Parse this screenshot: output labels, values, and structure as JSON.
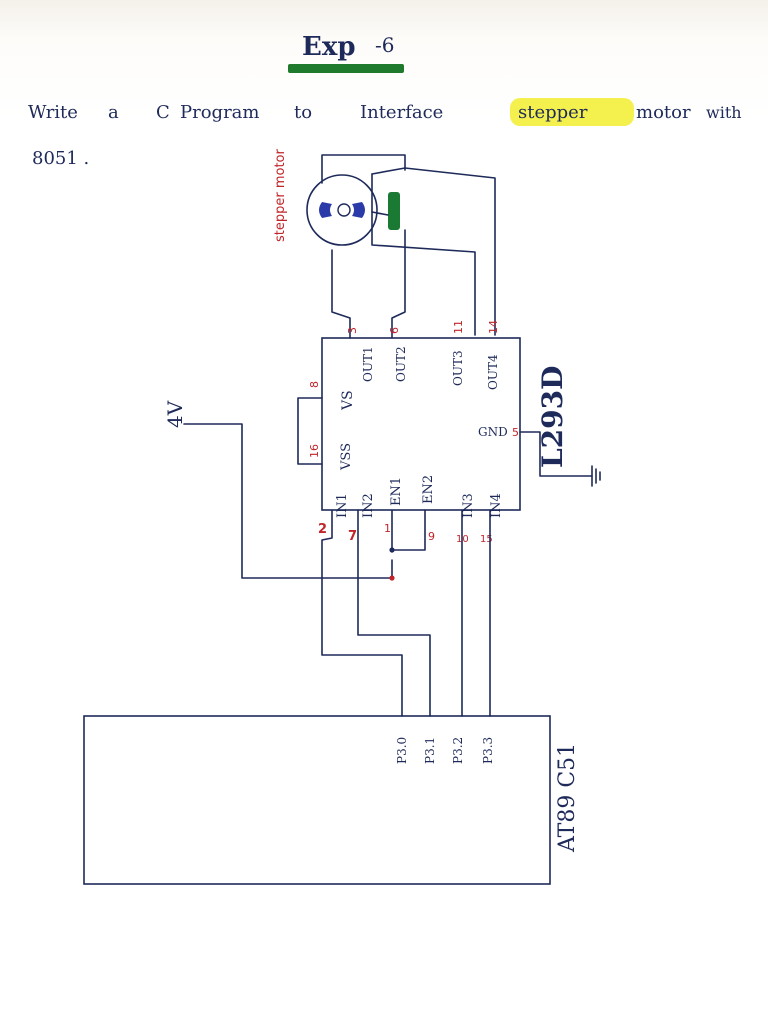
{
  "heading": {
    "title": "Exp",
    "number": "-6"
  },
  "aim": {
    "words": [
      "Write",
      "a",
      "C",
      "Program",
      "to",
      "Interface",
      "stepper",
      "motor",
      "with"
    ],
    "line2": "8051 ."
  },
  "colors": {
    "ink": "#1e2a5a",
    "pin_numbers": "#c0252a",
    "underline": "#1f7a2e",
    "highlight": "#f3ee3a",
    "motor_coil": "#1a7a33"
  },
  "motor": {
    "label": "stepper motor"
  },
  "supply": {
    "label": "4V"
  },
  "ic": {
    "name": "L293D",
    "outputs": [
      {
        "label": "OUT1",
        "pin": "3"
      },
      {
        "label": "OUT2",
        "pin": "6"
      },
      {
        "label": "OUT3",
        "pin": "11"
      },
      {
        "label": "OUT4",
        "pin": "14"
      }
    ],
    "vs": {
      "label": "VS",
      "pin": "8"
    },
    "vss": {
      "label": "VSS",
      "pin": "16"
    },
    "gnd": {
      "label": "GND",
      "pin": "5"
    },
    "inputs": [
      {
        "label": "IN1",
        "pin": "2"
      },
      {
        "label": "IN2",
        "pin": "7"
      },
      {
        "label": "EN1",
        "pin": "1"
      },
      {
        "label": "EN2",
        "pin": "9"
      },
      {
        "label": "IN3",
        "pin": "10"
      },
      {
        "label": "IN4",
        "pin": "15"
      }
    ]
  },
  "mcu": {
    "name": "AT89 C51",
    "ports": [
      "P3.0",
      "P3.1",
      "P3.2",
      "P3.3"
    ]
  }
}
